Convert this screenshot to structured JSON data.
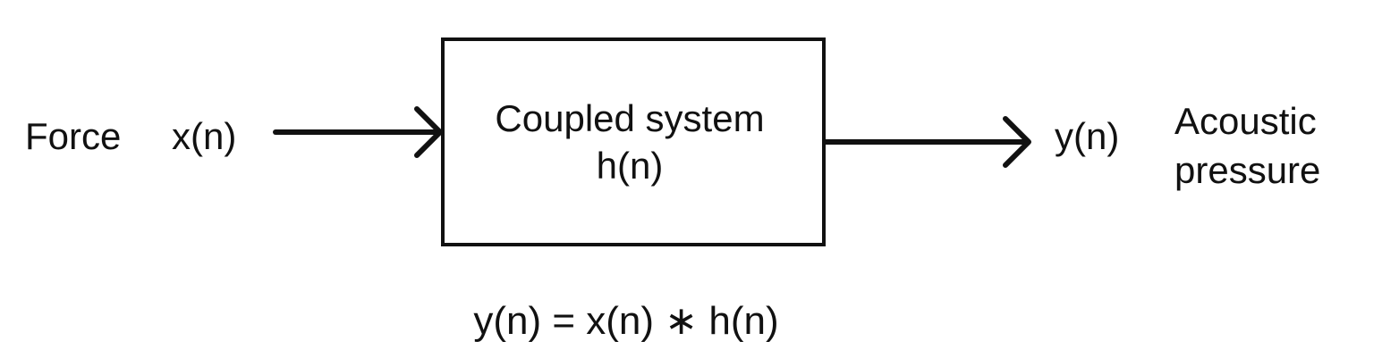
{
  "input": {
    "name": "Force",
    "signal": "x(n)"
  },
  "system": {
    "line1": "Coupled system",
    "line2": "h(n)"
  },
  "output": {
    "signal": "y(n)",
    "name_line1": "Acoustic",
    "name_line2": "pressure"
  },
  "equation": "y(n) = x(n) ∗ h(n)",
  "colors": {
    "stroke": "#111111",
    "background": "#ffffff"
  }
}
